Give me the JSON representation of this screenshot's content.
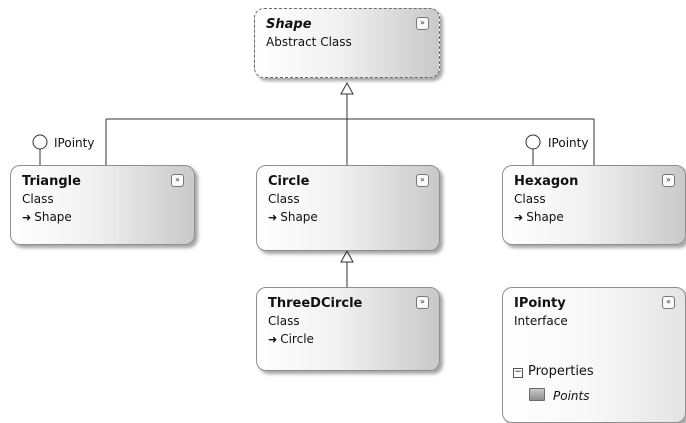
{
  "shapes": {
    "shape": {
      "name": "Shape",
      "kind": "Abstract Class"
    },
    "triangle": {
      "name": "Triangle",
      "kind": "Class",
      "base": "Shape"
    },
    "circle": {
      "name": "Circle",
      "kind": "Class",
      "base": "Shape"
    },
    "hexagon": {
      "name": "Hexagon",
      "kind": "Class",
      "base": "Shape"
    },
    "threed": {
      "name": "ThreeDCircle",
      "kind": "Class",
      "base": "Circle"
    },
    "ipointy": {
      "name": "IPointy",
      "kind": "Interface",
      "section": "Properties",
      "members": [
        "Points"
      ]
    }
  },
  "lollipops": {
    "triangle": "IPointy",
    "hexagon": "IPointy"
  },
  "icons": {
    "collapse": "chevron-double-down-icon",
    "expand": "chevron-double-up-icon",
    "property": "property-icon"
  }
}
